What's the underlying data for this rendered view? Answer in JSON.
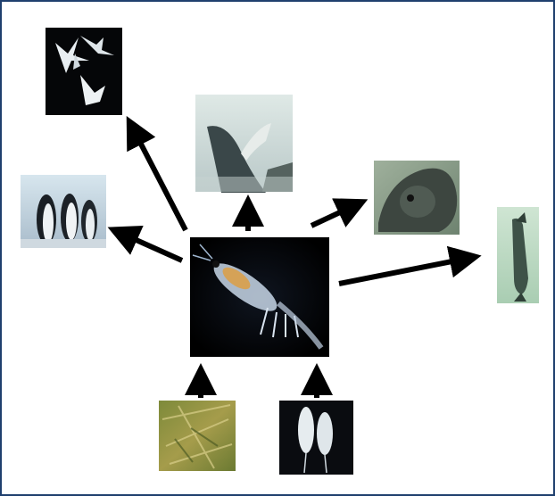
{
  "diagram": {
    "center": {
      "icon": "krill-photo"
    },
    "predators": [
      {
        "icon": "seabirds-photo"
      },
      {
        "icon": "humpback-whale-photo"
      },
      {
        "icon": "penguins-photo"
      },
      {
        "icon": "seal-photo"
      },
      {
        "icon": "fish-photo"
      }
    ],
    "prey": [
      {
        "icon": "phytoplankton-photo"
      },
      {
        "icon": "copepods-photo"
      }
    ]
  },
  "colors": {
    "border": "#1f3f6e",
    "arrow": "#000000",
    "background": "#ffffff"
  }
}
